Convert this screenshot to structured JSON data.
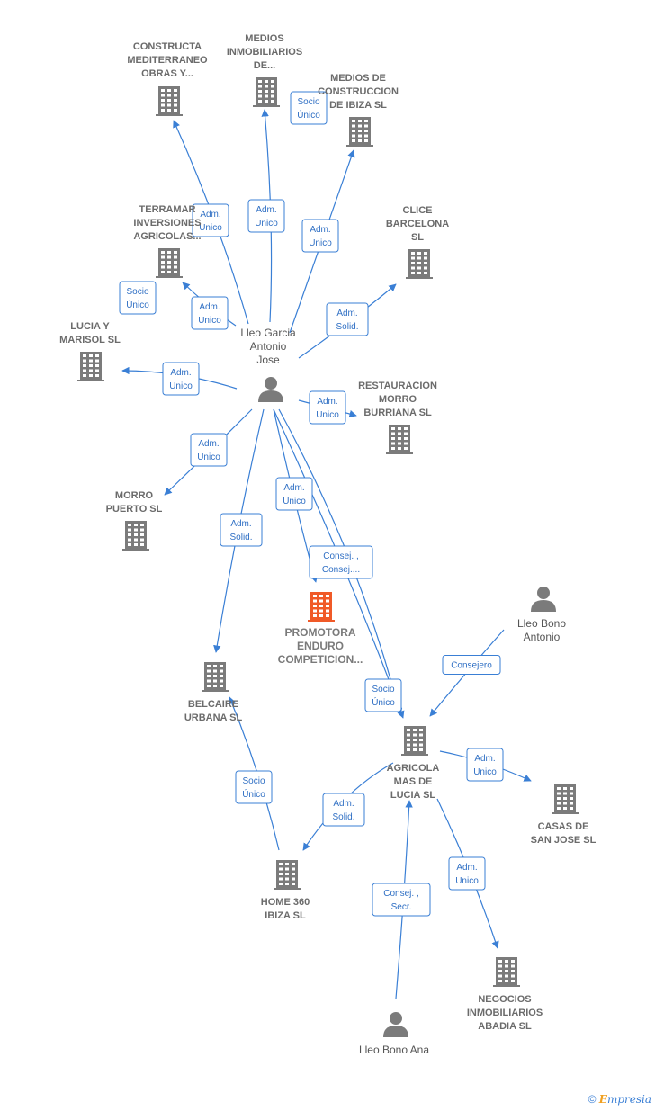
{
  "colors": {
    "edge": "#3a7fd5",
    "company": "#7b7b7b",
    "focus": "#f05a28",
    "person": "#7b7b7b"
  },
  "nodes": [
    {
      "id": "constructa",
      "type": "company",
      "lines": [
        "CONSTRUCTA",
        "MEDITERRANEO",
        "OBRAS Y..."
      ]
    },
    {
      "id": "medios_inm",
      "type": "company",
      "lines": [
        "MEDIOS",
        "INMOBILIARIOS",
        "DE..."
      ]
    },
    {
      "id": "medios_con",
      "type": "company",
      "lines": [
        "MEDIOS DE",
        "CONSTRUCCION",
        "DE IBIZA  SL"
      ]
    },
    {
      "id": "terramar",
      "type": "company",
      "lines": [
        "TERRAMAR",
        "INVERSIONES",
        "AGRICOLAS..."
      ]
    },
    {
      "id": "clice",
      "type": "company",
      "lines": [
        "CLICE",
        "BARCELONA",
        "SL"
      ]
    },
    {
      "id": "lucia",
      "type": "company",
      "lines": [
        "LUCIA Y",
        "MARISOL  SL"
      ]
    },
    {
      "id": "lleo_garcia",
      "type": "person",
      "lines": [
        "Lleo Garcia",
        "Antonio",
        "Jose"
      ]
    },
    {
      "id": "restauracion",
      "type": "company",
      "lines": [
        "RESTAURACION",
        "MORRO",
        "BURRIANA  SL"
      ]
    },
    {
      "id": "morro",
      "type": "company",
      "lines": [
        "MORRO",
        "PUERTO  SL"
      ]
    },
    {
      "id": "promotora",
      "type": "focus",
      "lines": [
        "PROMOTORA",
        "ENDURO",
        "COMPETICION..."
      ]
    },
    {
      "id": "lleo_bono_antonio",
      "type": "person",
      "lines": [
        "Lleo Bono",
        "Antonio"
      ]
    },
    {
      "id": "belcaire",
      "type": "company",
      "lines": [
        "BELCAIRE",
        "URBANA  SL"
      ]
    },
    {
      "id": "agricola",
      "type": "company",
      "lines": [
        "AGRICOLA",
        "MAS DE",
        "LUCIA SL"
      ]
    },
    {
      "id": "casas",
      "type": "company",
      "lines": [
        "CASAS DE",
        "SAN JOSE SL"
      ]
    },
    {
      "id": "home360",
      "type": "company",
      "lines": [
        "HOME 360",
        "IBIZA  SL"
      ]
    },
    {
      "id": "negocios",
      "type": "company",
      "lines": [
        "NEGOCIOS",
        "INMOBILIARIOS",
        "ABADIA  SL"
      ]
    },
    {
      "id": "lleo_bono_ana",
      "type": "person",
      "lines": [
        "Lleo Bono Ana"
      ]
    }
  ],
  "edges": [
    {
      "from": "lleo_garcia",
      "to": "constructa",
      "label": [
        "Adm.",
        "Unico"
      ]
    },
    {
      "from": "lleo_garcia",
      "to": "medios_inm",
      "label": [
        "Adm.",
        "Unico"
      ]
    },
    {
      "from": "lleo_garcia",
      "to": "medios_inm",
      "label": [
        "Socio",
        "Único"
      ]
    },
    {
      "from": "lleo_garcia",
      "to": "medios_con",
      "label": [
        "Adm.",
        "Unico"
      ]
    },
    {
      "from": "lleo_garcia",
      "to": "terramar",
      "label": [
        "Adm.",
        "Unico"
      ]
    },
    {
      "from": "lleo_garcia",
      "to": "terramar",
      "label": [
        "Socio",
        "Único"
      ]
    },
    {
      "from": "lleo_garcia",
      "to": "clice",
      "label": [
        "Adm.",
        "Solid."
      ]
    },
    {
      "from": "lleo_garcia",
      "to": "lucia",
      "label": [
        "Adm.",
        "Unico"
      ]
    },
    {
      "from": "lleo_garcia",
      "to": "restauracion",
      "label": [
        "Adm.",
        "Unico"
      ]
    },
    {
      "from": "lleo_garcia",
      "to": "morro",
      "label": [
        "Adm.",
        "Unico"
      ]
    },
    {
      "from": "lleo_garcia",
      "to": "belcaire",
      "label": [
        "Adm.",
        "Solid."
      ]
    },
    {
      "from": "lleo_garcia",
      "to": "promotora",
      "label": [
        "Adm.",
        "Unico"
      ]
    },
    {
      "from": "lleo_garcia",
      "to": "agricola",
      "label": [
        "Consej. ,",
        "Consej...."
      ]
    },
    {
      "from": "lleo_garcia",
      "to": "agricola",
      "label": [
        "Socio",
        "Único"
      ]
    },
    {
      "from": "lleo_bono_antonio",
      "to": "agricola",
      "label": [
        "Consejero"
      ]
    },
    {
      "from": "agricola",
      "to": "casas",
      "label": [
        "Adm.",
        "Unico"
      ]
    },
    {
      "from": "agricola",
      "to": "home360",
      "label": [
        "Adm.",
        "Solid."
      ]
    },
    {
      "from": "home360",
      "to": "belcaire",
      "label": [
        "Socio",
        "Único"
      ]
    },
    {
      "from": "lleo_bono_ana",
      "to": "agricola",
      "label": [
        "Consej. ,",
        "Secr."
      ]
    },
    {
      "from": "agricola",
      "to": "negocios",
      "label": [
        "Adm.",
        "Unico"
      ]
    }
  ],
  "footer": {
    "copyright": "©",
    "brand_initial": "E",
    "brand_rest": "mpresia"
  }
}
